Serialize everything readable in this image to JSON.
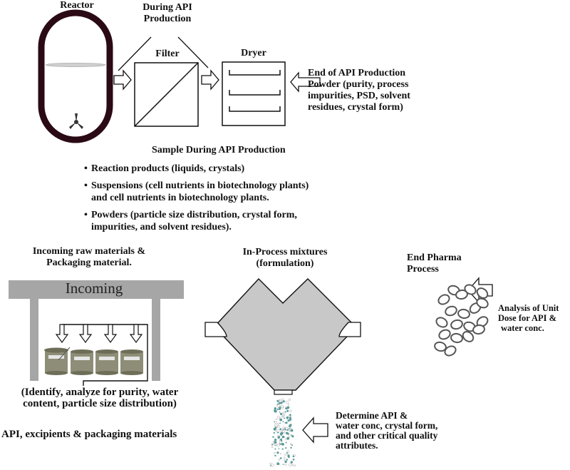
{
  "labels": {
    "reactor": "Reactor",
    "during_api": [
      "During API",
      "Production"
    ],
    "filter": "Filter",
    "dryer": "Dryer",
    "end_api": [
      "End of API Production",
      "Powder (purity, process",
      "impurities, PSD, solvent",
      "residues, crystal form)"
    ],
    "sample_heading": "Sample During API Production",
    "bullets": [
      "Reaction products (liquids, crystals)",
      "Suspensions (cell nutrients in biotechnology plants) and cell nutrients in biotechnology plants.",
      "Powders (particle size distribution, crystal form, impurities, and solvent residues)."
    ],
    "incoming_raw": [
      "Incoming raw materials &",
      "Packaging material."
    ],
    "incoming_sign": "Incoming",
    "identify": [
      "(Identify, analyze for purity, water",
      "content, particle size distribution)"
    ],
    "api_excipients": "API, excipients & packaging materials",
    "in_process": [
      "In-Process mixtures",
      "(formulation)"
    ],
    "end_pharma": [
      "End Pharma",
      "Process"
    ],
    "unit_dose": [
      "Analysis of Unit",
      "Dose for API &",
      "water conc."
    ],
    "determine": [
      "Determine API &",
      "water conc, crystal form,",
      "and other critical quality",
      "attributes."
    ]
  },
  "colors": {
    "reactor_wall": "#2a0a14",
    "gray_fill": "#a6a6a6",
    "blender_fill": "#c8c8c8",
    "drum": "#8e8e78",
    "drum_top": "#6e6e58",
    "particle": "#5a9a98"
  }
}
